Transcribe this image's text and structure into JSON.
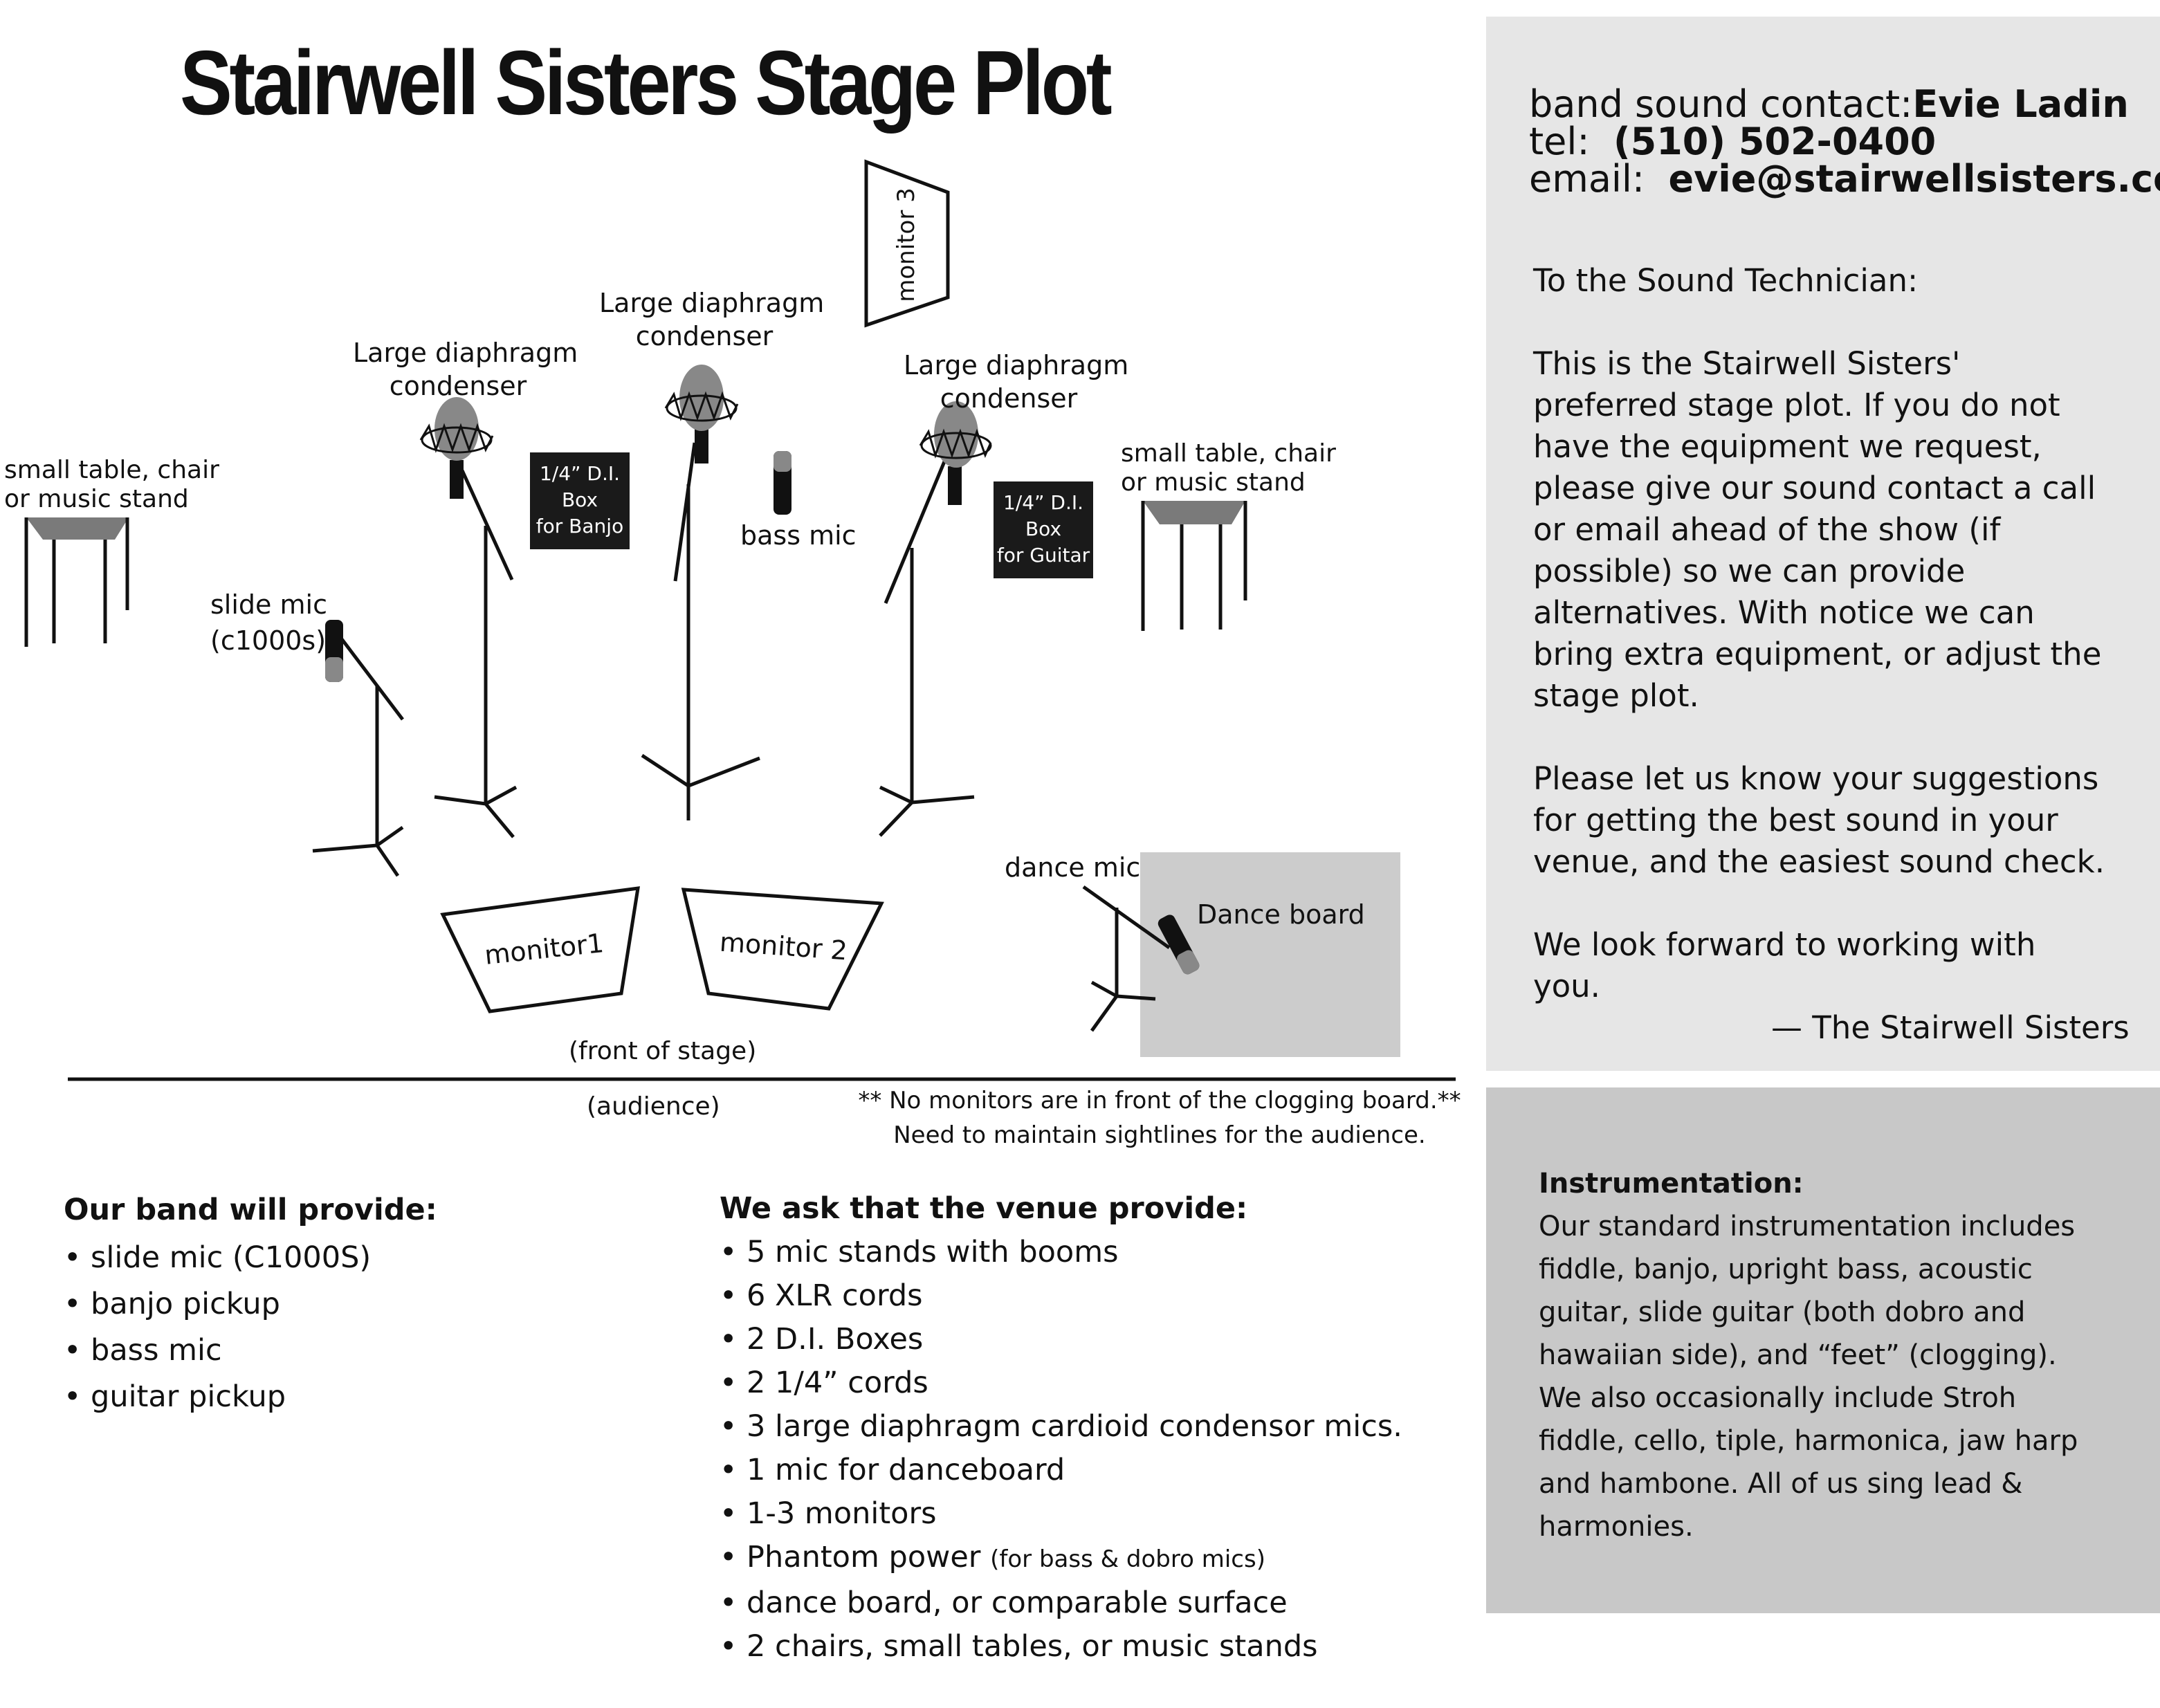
{
  "title": "Stairwell Sisters Stage Plot",
  "stage": {
    "labels": {
      "table_left": [
        "small table, chair",
        "or music stand"
      ],
      "table_right": [
        "small table, chair",
        "or music stand"
      ],
      "slide_mic": [
        "slide mic",
        "(c1000s)"
      ],
      "condenser_left": [
        "Large diaphragm",
        "condenser"
      ],
      "condenser_center": [
        "Large diaphragm",
        "condenser"
      ],
      "condenser_right": [
        "Large diaphragm",
        "condenser"
      ],
      "di_banjo": [
        "1/4” D.I.",
        "Box",
        "for Banjo"
      ],
      "di_guitar": [
        "1/4” D.I.",
        "Box",
        "for Guitar"
      ],
      "bass_mic": "bass mic",
      "monitor_1": "monitor1",
      "monitor_2": "monitor 2",
      "monitor_3": "monitor 3",
      "dance_mic": "dance mic",
      "dance_board": "Dance board",
      "front_of_stage": "(front of stage)",
      "audience": "(audience)",
      "note": [
        "** No monitors are in front of the clogging board.**",
        "Need to maintain sightlines for the audience."
      ]
    }
  },
  "band_provides": {
    "heading": "Our band will provide:",
    "items": [
      "• slide mic (C1000S)",
      "• banjo pickup",
      "• bass mic",
      "• guitar pickup"
    ]
  },
  "venue_provides": {
    "heading": "We ask that the venue provide:",
    "items": [
      "• 5 mic stands with booms",
      "• 6 XLR cords",
      "• 2 D.I. Boxes",
      "• 2 1/4” cords",
      "• 3 large diaphragm cardioid condensor mics.",
      "• 1 mic for danceboard",
      "• 1-3 monitors"
    ],
    "phantom": "• Phantom power",
    "phantom_note": "(for bass & dobro mics)",
    "items_after": [
      "• dance board, or comparable surface",
      "• 2 chairs, small tables, or music stands"
    ]
  },
  "contact": {
    "label": "band sound contact:",
    "name": "Evie Ladin",
    "tel_label": "tel:",
    "tel": "(510) 502-0400",
    "email_label": "email:",
    "email": "evie@stairwellsisters.com"
  },
  "letter": {
    "salutation": "To the Sound Technician:",
    "p1": "This is the Stairwell Sisters' preferred stage plot. If you do not have the equipment we request, please give our sound contact a call or email ahead of the show (if possible) so we can provide alternatives. With notice we can bring extra equipment, or adjust the stage plot.",
    "p2": "Please let us know your suggestions for getting the best sound in your venue, and the easiest sound check.",
    "p3": "We look forward to working with you.",
    "signoff": "— The Stairwell Sisters"
  },
  "instrumentation": {
    "heading": "Instrumentation:",
    "text": "Our standard instrumentation includes fiddle, banjo, upright bass, acoustic guitar, slide guitar (both dobro and hawaiian side), and “feet” (clogging). We also occasionally include Stroh fiddle, cello, tiple, harmonica, jaw harp and hambone. All of us sing lead & harmonies."
  },
  "colors": {
    "panel_light": "#e6e6e6",
    "panel_dark": "#c8c8c8",
    "mic_grey": "#888888",
    "dance_board": "#cccccc"
  }
}
